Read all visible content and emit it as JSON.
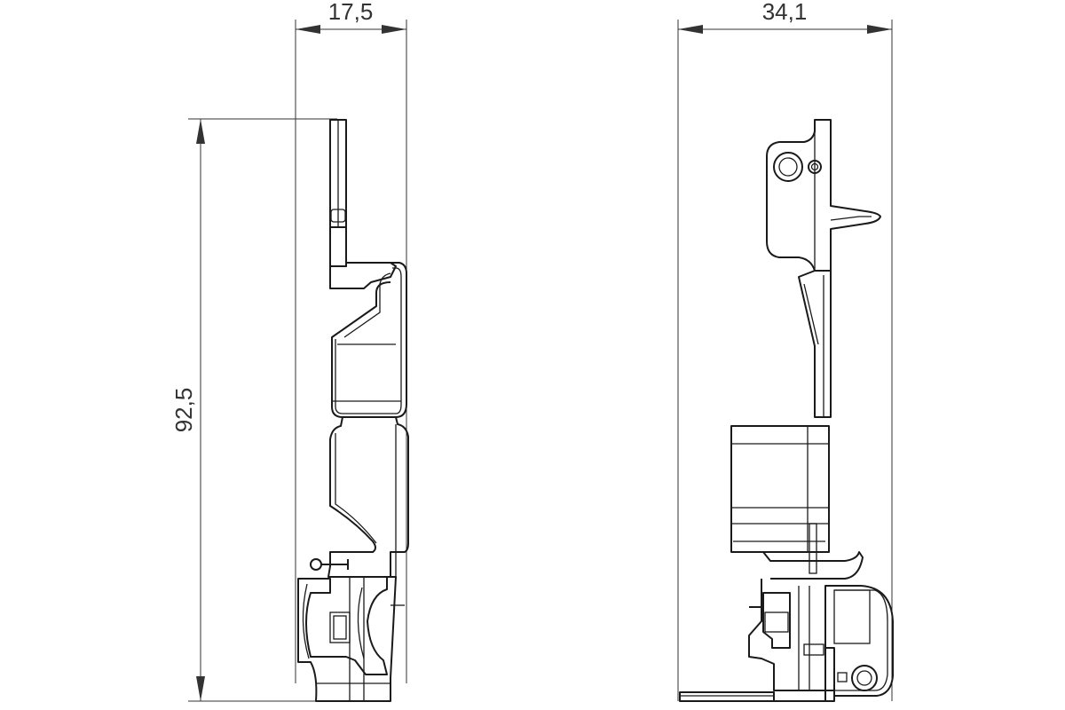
{
  "dimensions": {
    "side_width": "17,5",
    "front_width": "34,1",
    "height": "92,5"
  },
  "colors": {
    "line": "#1a1a1a",
    "dimension": "#333333",
    "background": "#ffffff"
  }
}
